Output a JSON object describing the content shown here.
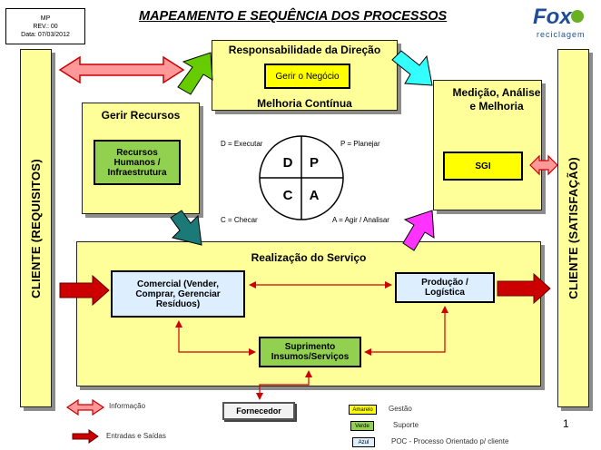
{
  "doc_info": {
    "code": "MP",
    "revision": "REV.: 00",
    "date": "Data: 07/03/2012"
  },
  "title": "MAPEAMENTO E SEQUÊNCIA DOS PROCESSOS",
  "logo": {
    "name": "Fox",
    "tagline": "reciclagem"
  },
  "client_left": "CLIENTE (REQUISITOS)",
  "client_right": "CLIENTE (SATISFAÇÃO)",
  "direcao": {
    "title": "Responsabilidade da Direção",
    "box": "Gerir o Negócio",
    "footer": "Melhoria Contínua"
  },
  "recursos": {
    "title": "Gerir Recursos",
    "box": "Recursos Humanos / Infraestrutura"
  },
  "medicao": {
    "title": "Medição, Análise e Melhoria",
    "box": "SGI"
  },
  "pdca": {
    "quadrants": [
      "D",
      "P",
      "C",
      "A"
    ],
    "labels": {
      "d": "D = Executar",
      "p": "P = Planejar",
      "c": "C = Checar",
      "a": "A = Agir / Analisar"
    }
  },
  "realizacao": {
    "title": "Realização do Serviço",
    "comercial": "Comercial (Vender, Comprar, Gerenciar Resíduos)",
    "producao": "Produção / Logística",
    "suprimento": "Suprimento Insumos/Serviços"
  },
  "fornecedor": "Fornecedor",
  "legend": {
    "informacao": "Informação",
    "entradas": "Entradas e Saídas",
    "amarelo_tag": "Amarelo",
    "amarelo_text": "Gestão",
    "verde_tag": "Verde",
    "verde_text": "Suporte",
    "azul_tag": "Azul",
    "azul_text": "POC - Processo Orientado p/ cliente"
  },
  "page_number": "1",
  "colors": {
    "yellow_fill": "#ffff99",
    "green": "#92d050",
    "blue": "#ddeeff",
    "red": "#cc0000",
    "pink": "#ff9999",
    "cyan": "#33ffff",
    "magenta": "#ff33ff",
    "teal": "#1b7a77"
  }
}
